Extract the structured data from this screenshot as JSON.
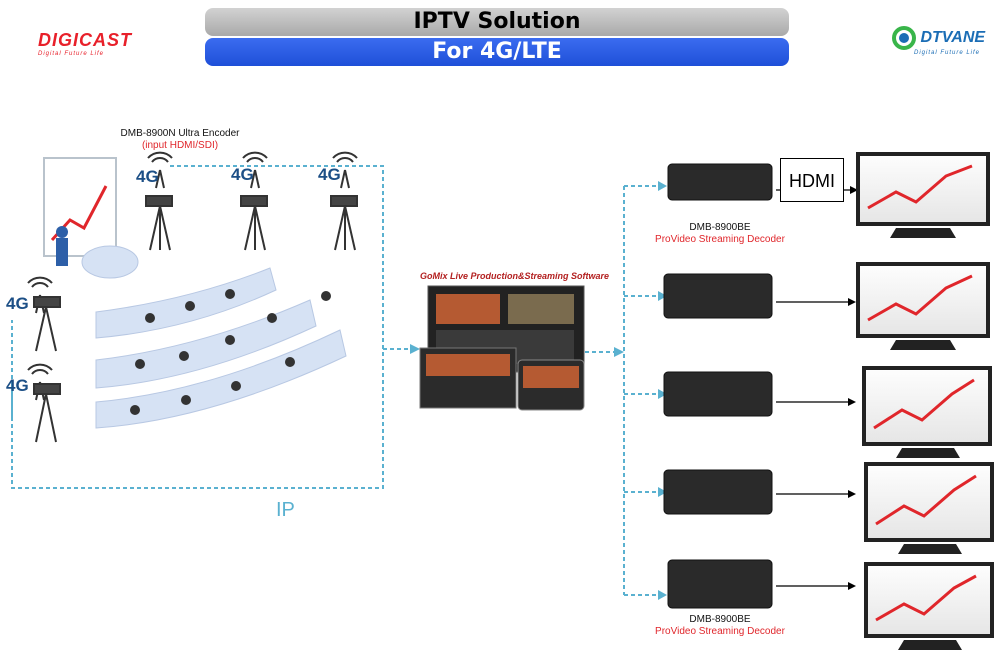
{
  "header": {
    "title": "IPTV Solution",
    "subtitle": "For 4G/LTE"
  },
  "logos": {
    "left_name": "DIGICAST",
    "left_tagline": "Digital Future Life",
    "right_name": "DTVANE",
    "right_tagline": "Digital Future Life"
  },
  "encoder": {
    "name": "DMB-8900N Ultra Encoder",
    "note": "(input HDMI/SDI)",
    "badge": "4G"
  },
  "software": {
    "label": "GoMix Live Production&Streaming Software"
  },
  "network": {
    "label": "IP"
  },
  "decoders": {
    "name": "DMB-8900BE",
    "desc": "ProVideo Streaming Decoder",
    "output": "HDMI"
  },
  "colors": {
    "title_gray": "#b0b0b0",
    "title_blue": "#2456e6",
    "accent_red": "#e0262b",
    "ip_dashed": "#5ab1d0"
  }
}
